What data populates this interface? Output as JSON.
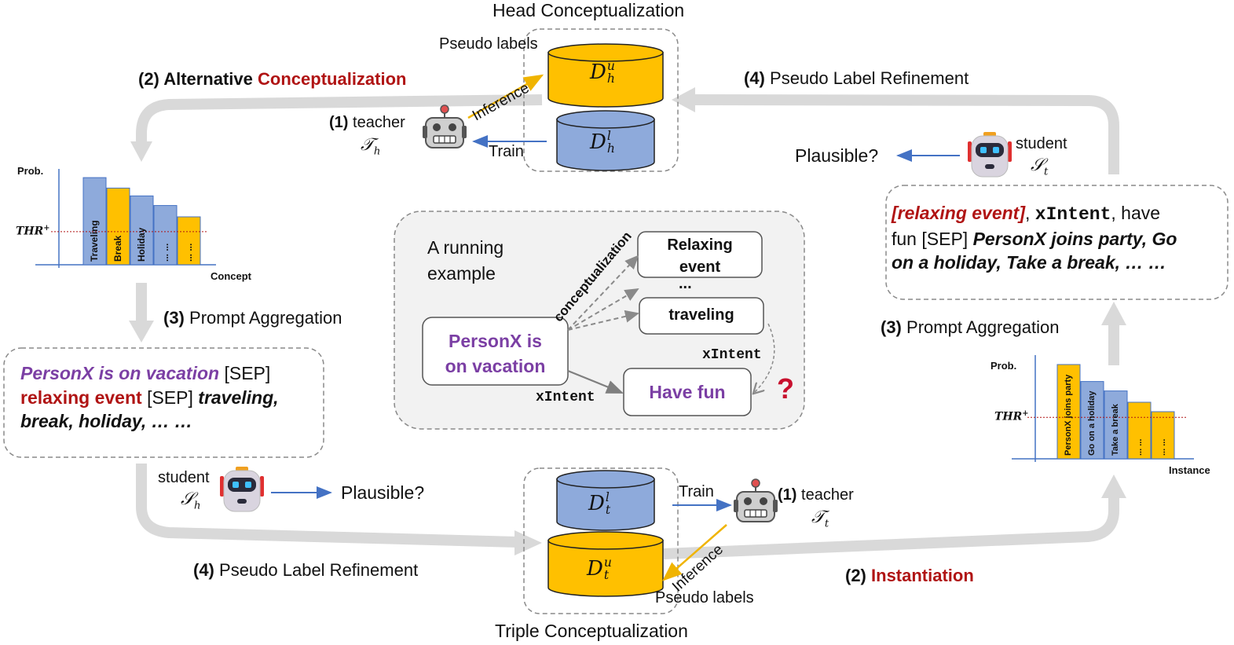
{
  "head_section": {
    "title": "Head Conceptualization",
    "pseudo_labels": "Pseudo labels",
    "inference": "Inference",
    "train": "Train",
    "teacher_step": "(1)",
    "teacher_label": "teacher",
    "teacher_symbol": "𝒯",
    "teacher_sub": "h",
    "unlabeled_db": {
      "letter": "D",
      "sub": "h",
      "sup": "u"
    },
    "labeled_db": {
      "letter": "D",
      "sub": "h",
      "sup": "l"
    }
  },
  "triple_section": {
    "title": "Triple Conceptualization",
    "pseudo_labels": "Pseudo labels",
    "inference": "Inference",
    "train": "Train",
    "teacher_step": "(1)",
    "teacher_label": "teacher",
    "teacher_symbol": "𝒯",
    "teacher_sub": "t",
    "labeled_db": {
      "letter": "D",
      "sub": "t",
      "sup": "l"
    },
    "unlabeled_db": {
      "letter": "D",
      "sub": "t",
      "sup": "u"
    }
  },
  "left_flow": {
    "alt_step": "(2)",
    "alt_prefix": "Alternative",
    "alt_emph": "Conceptualization",
    "prompt_step": "(3)",
    "prompt_label": "Prompt Aggregation",
    "refine_step": "(4)",
    "refine_label": "Pseudo Label Refinement",
    "student_label": "student",
    "student_symbol": "𝒮",
    "student_sub": "h",
    "plausible": "Plausible?",
    "prompt_box": {
      "head": "PersonX is on vacation",
      "sep1": "[SEP]",
      "concept": "relaxing event",
      "sep2": "[SEP]",
      "items_line1": "traveling,",
      "items_line2": "break, holiday, … …"
    }
  },
  "right_flow": {
    "inst_step": "(2)",
    "inst_label": "Instantiation",
    "prompt_step": "(3)",
    "prompt_label": "Prompt Aggregation",
    "refine_step": "(4)",
    "refine_label": "Pseudo Label Refinement",
    "student_label": "student",
    "student_symbol": "𝒮",
    "student_sub": "t",
    "plausible": "Plausible?",
    "prompt_box": {
      "concept": "[relaxing event]",
      "comma": ",",
      "relation": "xIntent",
      "tail": ", have",
      "tail2": "fun",
      "sep": "[SEP]",
      "items_line1": "PersonX joins party, Go",
      "items_line2": "on a holiday, Take a break, … …"
    }
  },
  "running_example": {
    "title_line1": "A running",
    "title_line2": "example",
    "head_line1": "PersonX is",
    "head_line2": "on vacation",
    "edge_label": "conceptualization",
    "concept1_line1": "Relaxing",
    "concept1_line2": "event",
    "ellipsis": "...",
    "concept2": "traveling",
    "tail": "Have fun",
    "rel_bottom": "xIntent",
    "rel_right": "xIntent",
    "question": "?"
  },
  "chart_data": [
    {
      "type": "bar",
      "ylabel": "Prob.",
      "xlabel": "Concept",
      "threshold_label": "THR",
      "threshold_sup": "+",
      "categories": [
        "Traveling",
        "Break",
        "Holiday",
        "... ...",
        "... ..."
      ],
      "values": [
        1.0,
        0.88,
        0.79,
        0.68,
        0.55
      ],
      "threshold": 0.38,
      "ylim": [
        0,
        1.1
      ],
      "colors": [
        "#8eaadb",
        "#ffc000",
        "#8eaadb",
        "#8eaadb",
        "#ffc000"
      ]
    },
    {
      "type": "bar",
      "ylabel": "Prob.",
      "xlabel": "Instance",
      "threshold_label": "THR",
      "threshold_sup": "+",
      "categories": [
        "PersonX joins party",
        "Go on a holiday",
        "Take a break",
        "... ...",
        "... ..."
      ],
      "values": [
        1.0,
        0.82,
        0.72,
        0.6,
        0.5
      ],
      "threshold": 0.44,
      "ylim": [
        0,
        1.1
      ],
      "colors": [
        "#ffc000",
        "#8eaadb",
        "#8eaadb",
        "#ffc000",
        "#ffc000"
      ]
    }
  ],
  "colors": {
    "flow_arrow": "#d9d9d9",
    "db_yellow": "#ffc000",
    "db_blue": "#8eaadb",
    "blue_arrow": "#4472c4",
    "inference_arrow": "#f0b400",
    "threshold_line": "#b01414",
    "emphasis_red": "#b01414",
    "head_purple": "#7b3fa4"
  }
}
